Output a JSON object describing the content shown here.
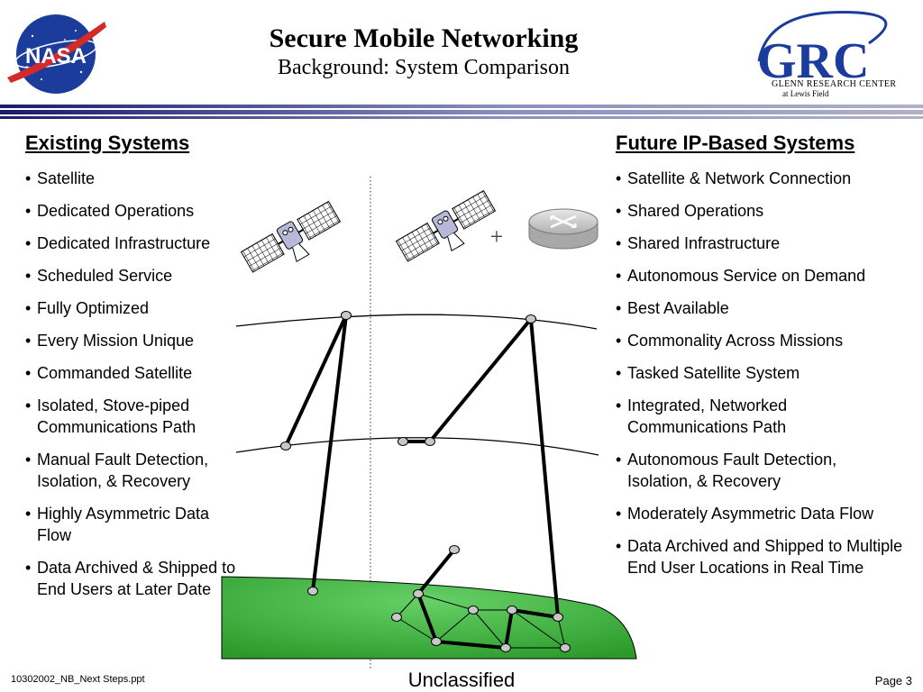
{
  "header": {
    "title": "Secure Mobile Networking",
    "subtitle": "Background: System Comparison",
    "nasa_logo_text": "NASA",
    "grc_logo_text": "GRC",
    "grc_line1": "GLENN RESEARCH CENTER",
    "grc_line2": "at Lewis Field"
  },
  "left_column": {
    "heading": "Existing Systems",
    "items": [
      "Satellite",
      "Dedicated Operations",
      "Dedicated Infrastructure",
      "Scheduled Service",
      "Fully Optimized",
      "Every Mission Unique",
      "Commanded Satellite",
      "Isolated, Stove-piped Communications Path",
      "Manual Fault Detection, Isolation, & Recovery",
      "Highly Asymmetric Data Flow",
      "Data Archived & Shipped to End Users at Later Date"
    ]
  },
  "right_column": {
    "heading": "Future IP-Based Systems",
    "items": [
      "Satellite & Network Connection",
      "Shared Operations",
      "Shared Infrastructure",
      "Autonomous Service on Demand",
      "Best Available",
      "Commonality Across Missions",
      "Tasked Satellite System",
      "Integrated, Networked Communications Path",
      "Autonomous Fault Detection, Isolation, & Recovery",
      "Moderately Asymmetric Data Flow",
      "Data Archived and Shipped to Multiple End User Locations in Real Time"
    ]
  },
  "diagram": {
    "plus_sign": "+",
    "colors": {
      "earth": "#3cb33c",
      "node": "#c8c8c8",
      "link": "#000000",
      "band_dark": "#1a1a6e",
      "band_mid": "#7c86b8",
      "band_light": "#c2c2c2"
    }
  },
  "footer": {
    "file_name": "10302002_NB_Next Steps.ppt",
    "classification": "Unclassified",
    "page_label": "Page 3"
  }
}
